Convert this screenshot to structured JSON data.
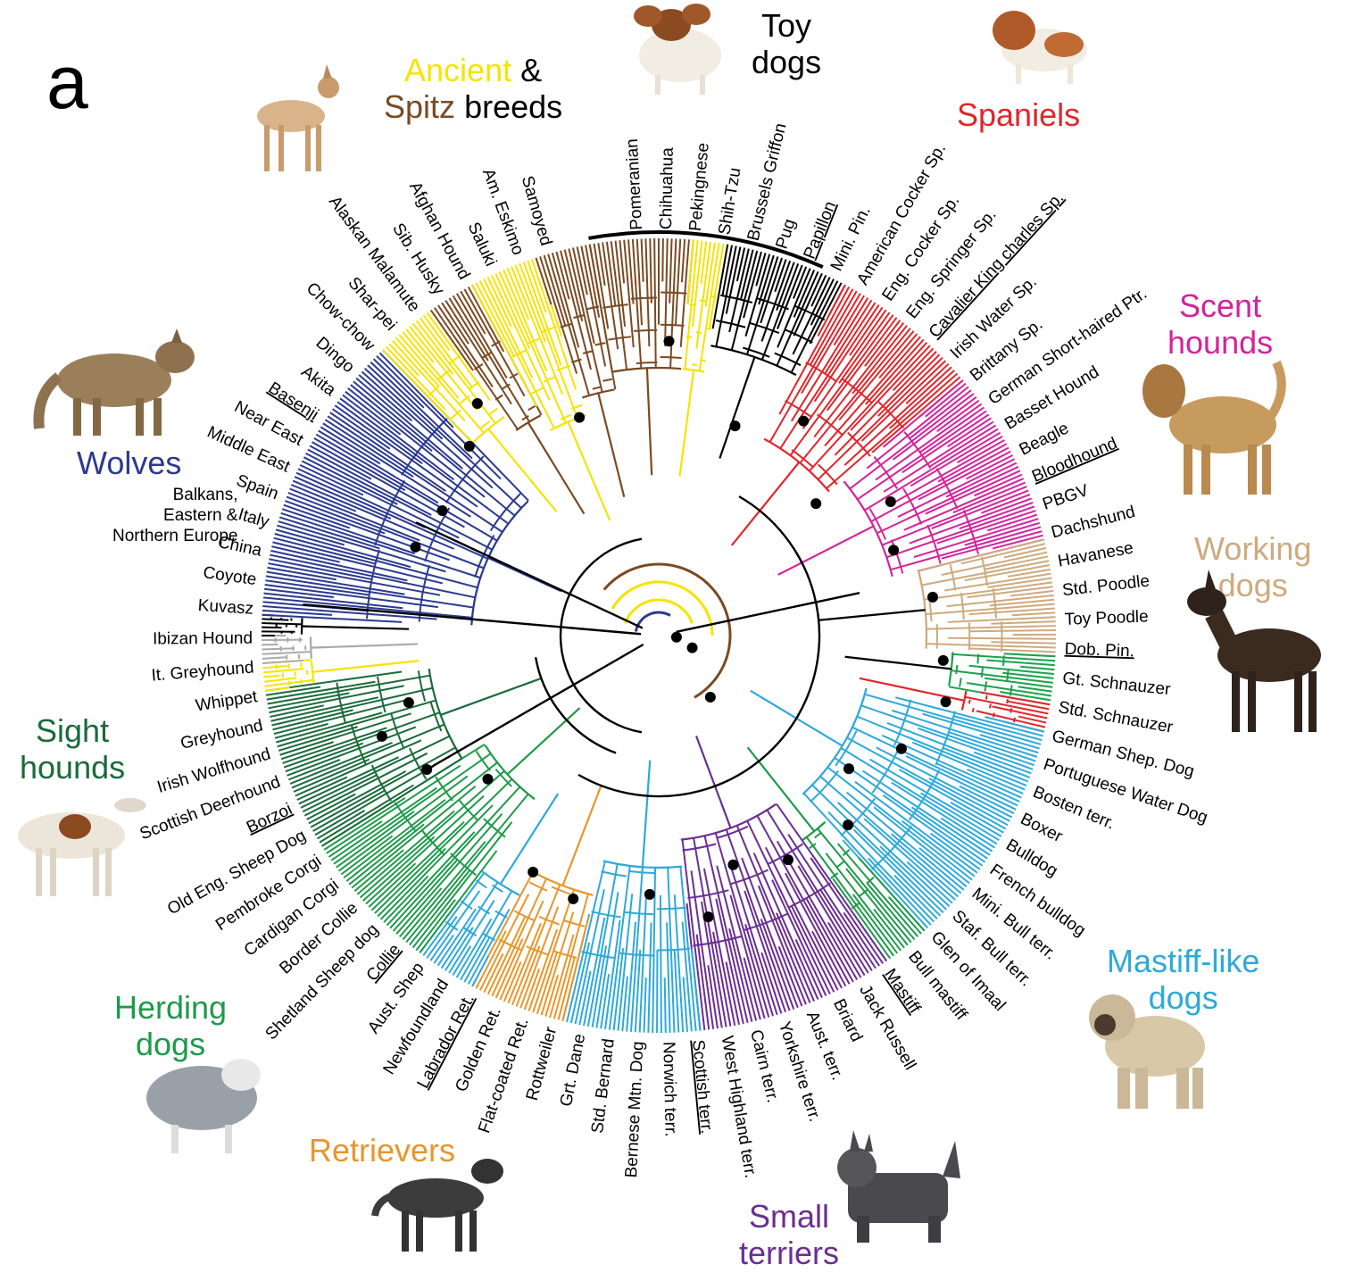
{
  "panel_letter": "a",
  "colors": {
    "wolves": "#2b3a8f",
    "ancient": "#f5e400",
    "spitz": "#7a4a22",
    "toy": "#000000",
    "spaniels": "#e0262b",
    "scent": "#d4239a",
    "working": "#cdaa7d",
    "schnauzer": "#1aa24b",
    "mastiff": "#2ea9d9",
    "terriers": "#6b2e93",
    "retrievers": "#e8962a",
    "herding": "#1e9a4a",
    "sight": "#1a6b3a",
    "kuvasz": "#aaaaaa",
    "black": "#000000"
  },
  "group_titles": {
    "ancient": "Ancient",
    "amp": "&",
    "spitz": "Spitz",
    "breeds": "breeds",
    "toy": "Toy\ndogs",
    "spaniels": "Spaniels",
    "scent": "Scent\nhounds",
    "working": "Working\ndogs",
    "mastiff": "Mastiff-like\ndogs",
    "terriers": "Small\nterriers",
    "retrievers": "Retrievers",
    "herding": "Herding\ndogs",
    "sight": "Sight\nhounds",
    "wolves": "Wolves"
  },
  "breed_labels": [
    {
      "text": "Pomeranian",
      "group": "spitz"
    },
    {
      "text": "Chihuahua",
      "group": "toy"
    },
    {
      "text": "Pekingnese",
      "group": "toy"
    },
    {
      "text": "Shih-Tzu",
      "group": "toy"
    },
    {
      "text": "Brussels Griffon",
      "group": "toy"
    },
    {
      "text": "Pug",
      "group": "toy"
    },
    {
      "text": "Papillon",
      "group": "toy",
      "underline": true
    },
    {
      "text": "Mini. Pin.",
      "group": "toy"
    },
    {
      "text": "American Cocker Sp.",
      "group": "spaniels"
    },
    {
      "text": "Eng. Cocker Sp.",
      "group": "spaniels"
    },
    {
      "text": "Eng. Springer Sp.",
      "group": "spaniels"
    },
    {
      "text": "Cavalier King charles Sp.",
      "group": "spaniels",
      "underline": true
    },
    {
      "text": "Irish Water Sp.",
      "group": "spaniels"
    },
    {
      "text": "Brittany Sp.",
      "group": "spaniels"
    },
    {
      "text": "German Short-haired Ptr.",
      "group": "spaniels"
    },
    {
      "text": "Basset Hound",
      "group": "scent"
    },
    {
      "text": "Beagle",
      "group": "scent"
    },
    {
      "text": "Bloodhound",
      "group": "scent",
      "underline": true
    },
    {
      "text": "PBGV",
      "group": "scent"
    },
    {
      "text": "Dachshund",
      "group": "scent"
    },
    {
      "text": "Havanese",
      "group": "working"
    },
    {
      "text": "Std. Poodle",
      "group": "working"
    },
    {
      "text": "Toy Poodle",
      "group": "working"
    },
    {
      "text": "Dob. Pin.",
      "group": "working",
      "underline": true
    },
    {
      "text": "Gt. Schnauzer",
      "group": "schnauzer"
    },
    {
      "text": "Std. Schnauzer",
      "group": "schnauzer"
    },
    {
      "text": "German Shep. Dog",
      "group": "spaniels"
    },
    {
      "text": "Portuguese Water Dog",
      "group": "spaniels"
    },
    {
      "text": "Bosten terr.",
      "group": "mastiff"
    },
    {
      "text": "Boxer",
      "group": "mastiff"
    },
    {
      "text": "Bulldog",
      "group": "mastiff"
    },
    {
      "text": "French bulldog",
      "group": "mastiff"
    },
    {
      "text": "Mini. Bull terr.",
      "group": "mastiff"
    },
    {
      "text": "Staf. Bull terr.",
      "group": "mastiff"
    },
    {
      "text": "Glen of Imaal",
      "group": "mastiff"
    },
    {
      "text": "Bull mastiff",
      "group": "mastiff"
    },
    {
      "text": "Mastiff",
      "group": "mastiff",
      "underline": true
    },
    {
      "text": "Jack Russell",
      "group": "terriers"
    },
    {
      "text": "Briard",
      "group": "herding"
    },
    {
      "text": "Aust. terr.",
      "group": "terriers"
    },
    {
      "text": "Yorkshire terr.",
      "group": "terriers"
    },
    {
      "text": "Cairn terr.",
      "group": "terriers"
    },
    {
      "text": "West Highland terr.",
      "group": "terriers"
    },
    {
      "text": "Scottish terr.",
      "group": "terriers",
      "underline": true
    },
    {
      "text": "Norwich terr.",
      "group": "terriers"
    },
    {
      "text": "Bernese Mtn. Dog",
      "group": "mastiff"
    },
    {
      "text": "Std. Bernard",
      "group": "mastiff"
    },
    {
      "text": "Grt. Dane",
      "group": "mastiff"
    },
    {
      "text": "Rottweiler",
      "group": "retrievers"
    },
    {
      "text": "Flat-coated Ret.",
      "group": "retrievers"
    },
    {
      "text": "Golden Ret.",
      "group": "retrievers"
    },
    {
      "text": "Labrador Ret.",
      "group": "retrievers",
      "underline": true
    },
    {
      "text": "Newfoundland",
      "group": "mastiff"
    },
    {
      "text": "Aust. Shep",
      "group": "herding"
    },
    {
      "text": "Collie",
      "group": "herding",
      "underline": true
    },
    {
      "text": "Shetland Sheep dog",
      "group": "herding"
    },
    {
      "text": "Border Collie",
      "group": "herding"
    },
    {
      "text": "Cardigan Corgi",
      "group": "herding"
    },
    {
      "text": "Pembroke Corgi",
      "group": "herding"
    },
    {
      "text": "Old Eng. Sheep Dog",
      "group": "herding"
    },
    {
      "text": "Borzoi",
      "group": "sight",
      "underline": true
    },
    {
      "text": "Scottish Deerhound",
      "group": "sight"
    },
    {
      "text": "Irish Wolfhound",
      "group": "sight"
    },
    {
      "text": "Greyhound",
      "group": "sight"
    },
    {
      "text": "Whippet",
      "group": "sight"
    },
    {
      "text": "It. Greyhound",
      "group": "sight"
    },
    {
      "text": "Ibizan Hound",
      "group": "ancient"
    },
    {
      "text": "Kuvasz",
      "group": "kuvasz"
    },
    {
      "text": "Coyote",
      "group": "black"
    },
    {
      "text": "China",
      "group": "wolves"
    },
    {
      "text": "Italy",
      "group": "wolves"
    },
    {
      "text": "Spain",
      "group": "wolves"
    },
    {
      "text": "Middle East",
      "group": "wolves"
    },
    {
      "text": "Near East",
      "group": "wolves"
    },
    {
      "text": "Basenji",
      "group": "ancient",
      "underline": true
    },
    {
      "text": "Akita",
      "group": "ancient"
    },
    {
      "text": "Dingo",
      "group": "ancient"
    },
    {
      "text": "Chow-chow",
      "group": "ancient"
    },
    {
      "text": "Shar-pei",
      "group": "ancient"
    },
    {
      "text": "Alaskan Malamute",
      "group": "spitz"
    },
    {
      "text": "Sib. Husky",
      "group": "spitz"
    },
    {
      "text": "Afghan Hound",
      "group": "ancient"
    },
    {
      "text": "Saluki",
      "group": "ancient"
    },
    {
      "text": "Am. Eskimo",
      "group": "spitz"
    },
    {
      "text": "Samoyed",
      "group": "spitz"
    }
  ],
  "multi_labels": {
    "balkans": "Balkans,\nEastern &\nNorthern Europe"
  }
}
